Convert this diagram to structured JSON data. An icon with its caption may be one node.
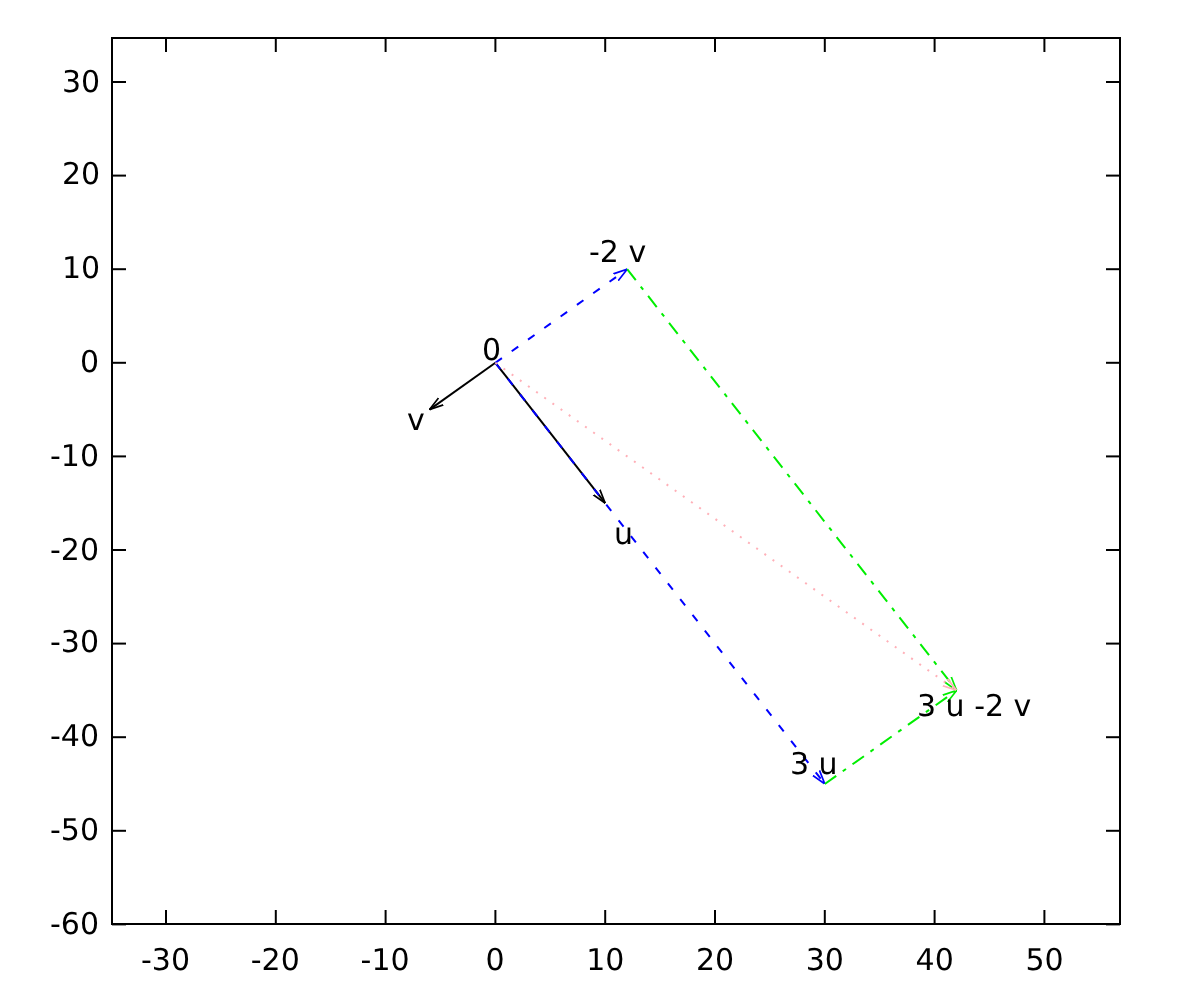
{
  "diagram": {
    "nodes": [
      {
        "text": [
          "-2 v"
        ]
      },
      {
        "text": [
          "0"
        ]
      },
      {
        "text": [
          "v"
        ]
      },
      {
        "text": [
          "u"
        ]
      },
      {
        "text": [
          "3 u -2 v"
        ]
      },
      {
        "text": [
          "3 u"
        ]
      }
    ],
    "edges": [
      {
        "from": 1,
        "to": 2,
        "arrow": "to"
      },
      {
        "from": 1,
        "to": 3,
        "arrow": "to"
      },
      {
        "from": 1,
        "to": 0,
        "arrow": "to",
        "style": "dashed",
        "color": "#0000ff"
      },
      {
        "from": 1,
        "to": 5,
        "arrow": "to",
        "style": "dashed",
        "color": "#0000ff"
      },
      {
        "from": 0,
        "to": 4,
        "arrow": "to",
        "style": "dashed",
        "color": "#00ee00"
      },
      {
        "from": 5,
        "to": 4,
        "arrow": "to",
        "style": "dashed",
        "color": "#00ee00"
      },
      {
        "from": 1,
        "to": 4,
        "arrow": "to",
        "style": "dashed",
        "color": "#ffb0b8"
      }
    ],
    "labels": [
      "30",
      "20",
      "10",
      "0",
      "-10",
      "-20",
      "-30",
      "-40",
      "-50",
      "-60",
      "-30",
      "-20",
      "-10",
      "0",
      "10",
      "20",
      "30",
      "40",
      "50"
    ]
  }
}
